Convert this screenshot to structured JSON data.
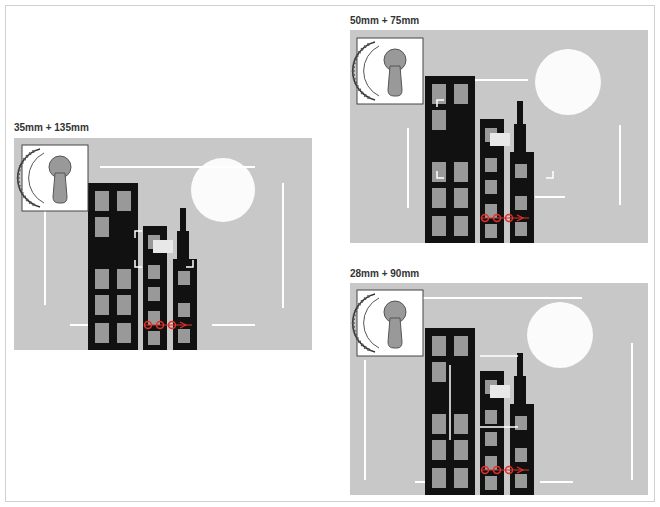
{
  "diagram": {
    "nodes": [
      {
        "text": [
          "35mm + 135mm"
        ]
      },
      {
        "text": [
          "50mm + 75mm"
        ]
      },
      {
        "text": [
          "28mm + 90mm"
        ]
      }
    ]
  }
}
